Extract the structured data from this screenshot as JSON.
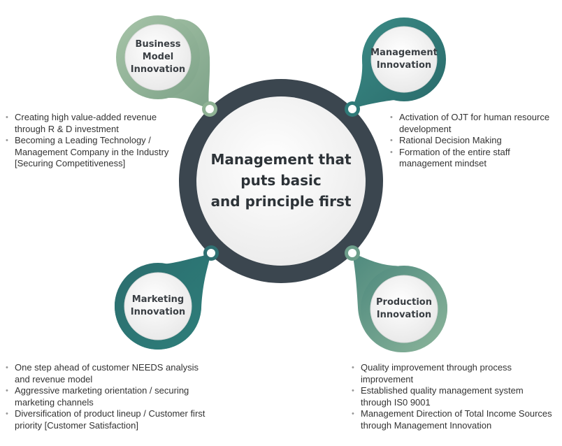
{
  "center": {
    "line1": "Management that",
    "line2": "puts basic",
    "line3": "and principle first"
  },
  "nodes": {
    "business_model": {
      "lines": [
        "Business",
        "Model",
        "Innovation"
      ],
      "bullets": [
        "Creating high value-added revenue through R & D investment",
        "Becoming a Leading Technology / Management Company in the Industry [Securing Competitiveness]"
      ],
      "color": "#8fb294"
    },
    "management": {
      "lines": [
        "Management",
        "Innovation"
      ],
      "bullets": [
        "Activation of OJT for human resource development",
        "Rational Decision Making",
        "Formation of the entire staff management mindset"
      ],
      "color": "#2f7a78"
    },
    "marketing": {
      "lines": [
        "Marketing",
        "Innovation"
      ],
      "bullets": [
        "One step ahead of customer NEEDS analysis and revenue model",
        "Aggressive marketing orientation / securing marketing channels",
        "Diversification of product lineup / Customer first priority [Customer Satisfaction]"
      ],
      "color": "#2f7072"
    },
    "production": {
      "lines": [
        "Production",
        "Innovation"
      ],
      "bullets": [
        "Quality improvement through process improvement",
        "Established quality management system through IS0 9001",
        "Management Direction of Total Income Sources through Management Innovation"
      ],
      "color": "#6d9e8a"
    }
  },
  "colors": {
    "center_ring": "#3b464f",
    "center_fill": "#f4f4f4",
    "text": "#333333"
  }
}
